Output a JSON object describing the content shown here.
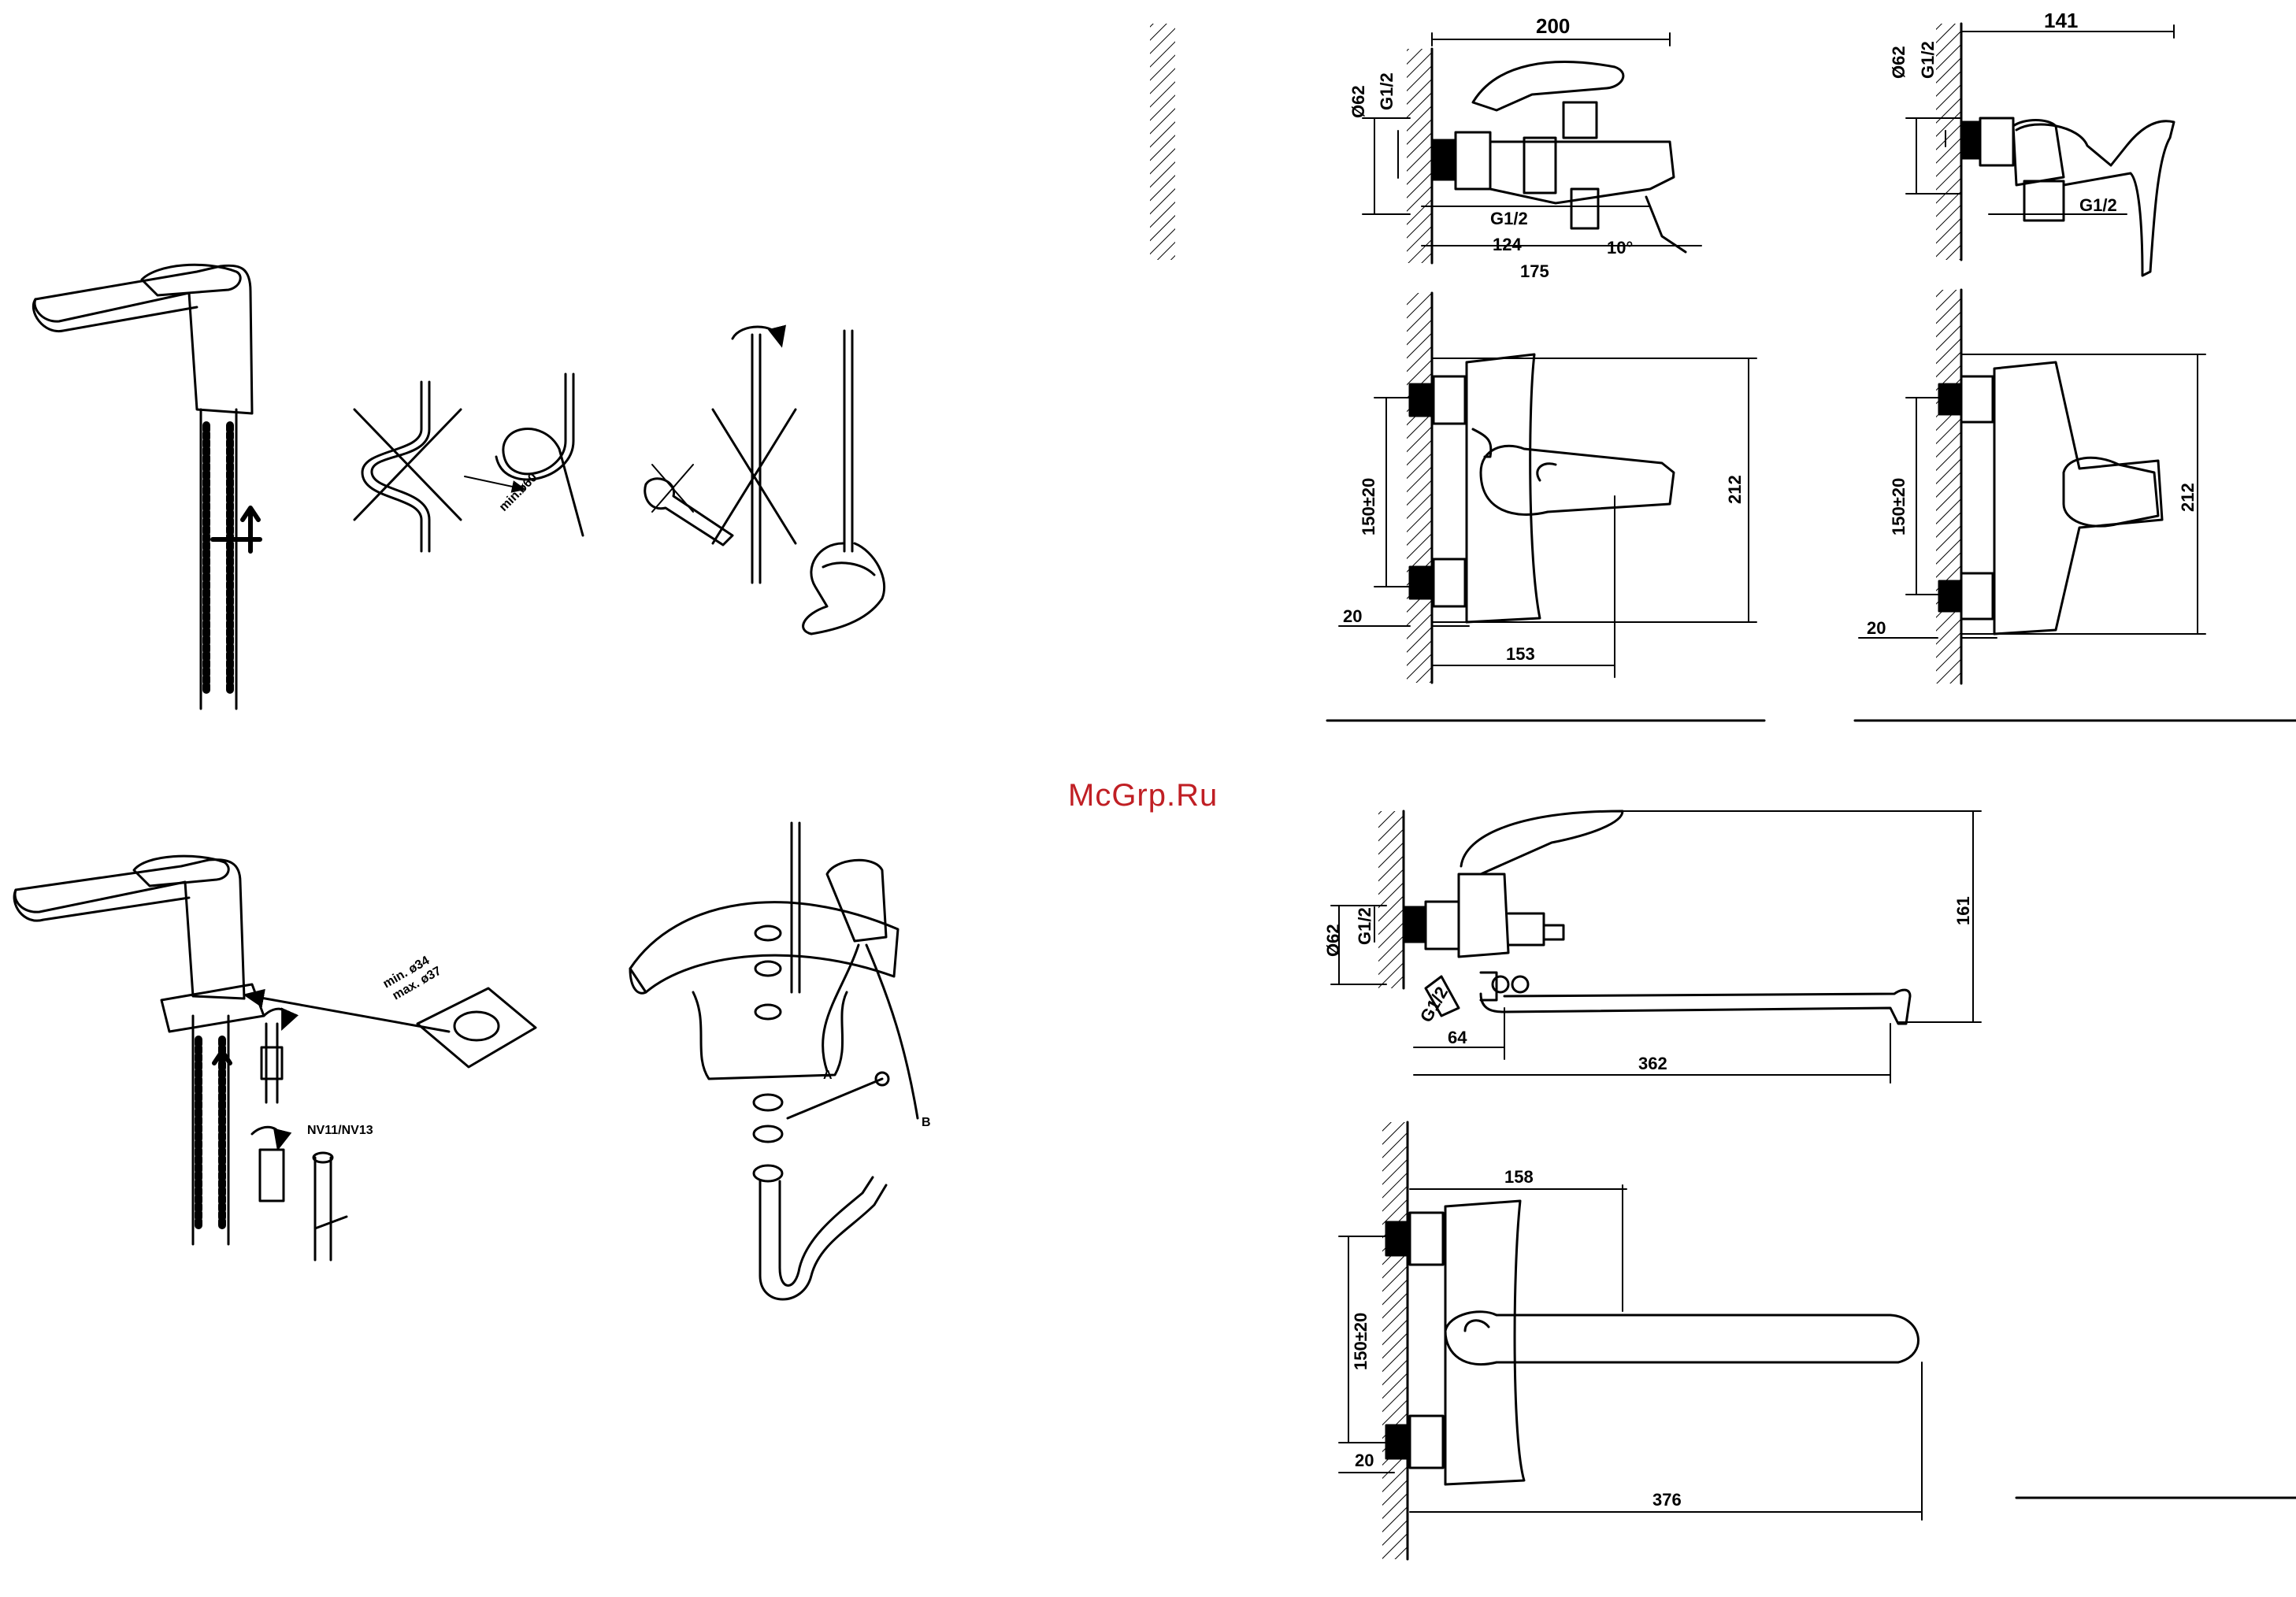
{
  "watermark": "McGrp.Ru",
  "colors": {
    "line": "#000000",
    "watermark": "#c01f24",
    "background": "#ffffff"
  },
  "icons": [
    "wall-hatch-icon",
    "cross-out-icon",
    "rotate-arrow-icon",
    "up-arrow-icon",
    "hand-icon",
    "wrench-icon"
  ],
  "installation": {
    "bend_min": "min.ø60",
    "hole_min": "min. ø34",
    "hole_max": "max. ø37",
    "nut_label": "NV11/NV13",
    "hose_a": "A",
    "hose_b": "B"
  },
  "drawing_1": {
    "width": "200",
    "outlet_diameter": "Ø62",
    "inlet_thread": "G1/2",
    "spout_thread": "G1/2",
    "spout_offset": "124",
    "depth": "175",
    "angle": "10°",
    "centres": "150±20",
    "height": "212",
    "wall_offset": "20",
    "projection": "153"
  },
  "drawing_2": {
    "width": "141",
    "outlet_diameter": "Ø62",
    "inlet_thread": "G1/2",
    "outlet_thread": "G1/2",
    "centres": "150±20",
    "height": "212",
    "wall_offset": "20"
  },
  "drawing_3": {
    "outlet_diameter": "Ø62",
    "inlet_thread": "G1/2",
    "outlet_thread": "G1/2",
    "height": "161",
    "offset": "64",
    "spout_length": "362"
  },
  "drawing_4": {
    "depth": "158",
    "centres": "150±20",
    "wall_offset": "20",
    "spout_length": "376"
  }
}
